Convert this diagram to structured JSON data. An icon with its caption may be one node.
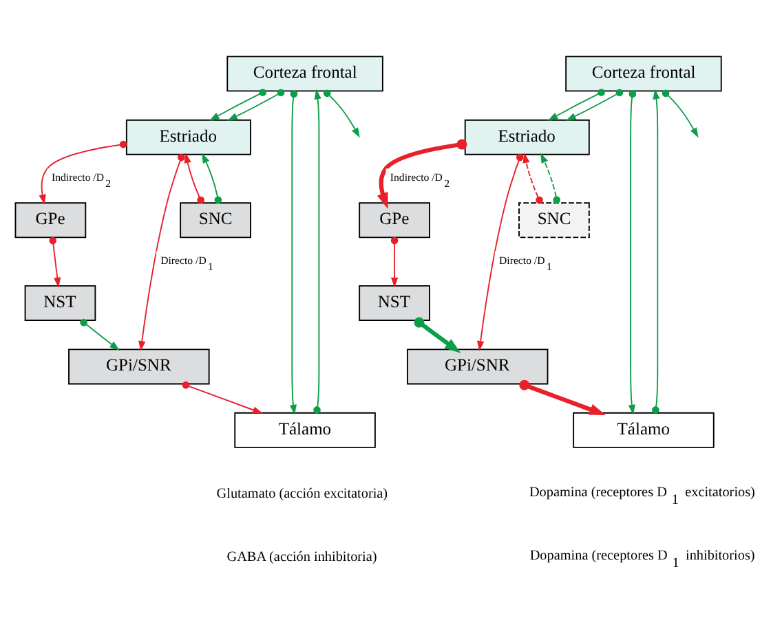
{
  "diagram": {
    "nodes": [
      {
        "text": [
          "Corteza frontal"
        ]
      },
      {
        "text": [
          "Estriado"
        ]
      },
      {
        "text": [
          "GPe"
        ]
      },
      {
        "text": [
          "SNC"
        ]
      },
      {
        "text": [
          "NST"
        ]
      },
      {
        "text": [
          "GPi/SNR"
        ]
      },
      {
        "text": [
          "Tálamo"
        ]
      },
      {
        "text": [
          "Corteza frontal"
        ]
      },
      {
        "text": [
          "Estriado"
        ]
      },
      {
        "text": [
          "GPe"
        ]
      },
      {
        "text": [
          "SNC"
        ]
      },
      {
        "text": [
          "NST"
        ]
      },
      {
        "text": [
          "GPi/SNR"
        ]
      },
      {
        "text": [
          "Tálamo"
        ]
      }
    ],
    "edges": [
      {
        "from": 0,
        "to": null,
        "arrow": "to",
        "color": "#0d9e48"
      },
      {
        "from": 0,
        "to": 1,
        "arrow": "to",
        "color": "#0d9e48"
      },
      {
        "from": 0,
        "to": 1,
        "arrow": "to",
        "color": "#0d9e48"
      },
      {
        "from": 3,
        "to": 1,
        "arrow": "to",
        "color": "#e8202a"
      },
      {
        "from": 3,
        "to": 1,
        "arrow": "to",
        "color": "#0d9e48"
      },
      {
        "from": 1,
        "to": 2,
        "arrow": "to",
        "color": "#e8202a",
        "label": "Indirecto /D$_{2}$"
      },
      {
        "from": 2,
        "to": 4,
        "arrow": "to",
        "color": "#e8202a"
      },
      {
        "from": 4,
        "to": 5,
        "arrow": "to",
        "color": "#0d9e48"
      },
      {
        "from": 1,
        "to": 5,
        "arrow": "to",
        "color": "#e8202a",
        "label": "Directo /D$_{1}$"
      },
      {
        "from": 5,
        "to": 6,
        "arrow": "to",
        "color": "#e8202a"
      },
      {
        "from": 6,
        "to": 0,
        "arrow": "to",
        "color": "#0d9e48"
      },
      {
        "from": 0,
        "to": 6,
        "arrow": "to",
        "color": "#0d9e48"
      },
      {
        "from": 7,
        "to": null,
        "arrow": "to",
        "color": "#0d9e48"
      },
      {
        "from": 7,
        "to": 8,
        "arrow": "to",
        "color": "#0d9e48"
      },
      {
        "from": 7,
        "to": 8,
        "arrow": "to",
        "color": "#0d9e48"
      },
      {
        "from": 10,
        "to": 8,
        "arrow": "to",
        "color": "#e8202a",
        "style": "dashed"
      },
      {
        "from": 10,
        "to": 8,
        "arrow": "to",
        "color": "#0d9e48",
        "style": "dashed"
      },
      {
        "from": 8,
        "to": 9,
        "arrow": "to",
        "color": "#e8202a",
        "style": "thick",
        "label": "Indirecto /D$_{2}$"
      },
      {
        "from": 9,
        "to": 11,
        "arrow": "to",
        "color": "#e8202a"
      },
      {
        "from": 11,
        "to": 12,
        "arrow": "to",
        "color": "#0d9e48",
        "style": "thick"
      },
      {
        "from": 8,
        "to": 12,
        "arrow": "to",
        "color": "#e8202a",
        "label": "Directo /D$_{1}$"
      },
      {
        "from": 12,
        "to": 13,
        "arrow": "to",
        "color": "#e8202a",
        "style": "thick"
      },
      {
        "from": 13,
        "to": 7,
        "arrow": "to",
        "color": "#0d9e48"
      },
      {
        "from": 7,
        "to": 13,
        "arrow": "to",
        "color": "#0d9e48"
      }
    ],
    "legend": [
      {
        "text": "Glutamato (acción excitatoria)"
      },
      {
        "text": "GABA (acción inhibitoria)"
      },
      {
        "text": "Dopamina (receptores D$_{1}$ excitatorios)"
      },
      {
        "text": "Dopamina (receptores D$_{1}$ inhibitorios)"
      }
    ]
  }
}
